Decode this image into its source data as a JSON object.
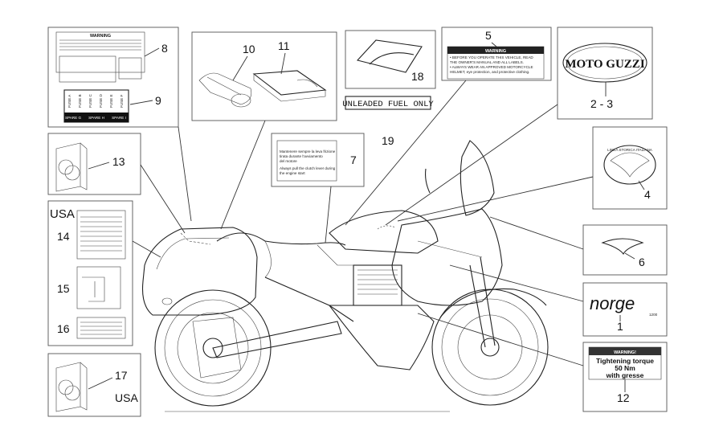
{
  "labels": {
    "n1": "1",
    "n23": "2 - 3",
    "n4": "4",
    "n5": "5",
    "n6": "6",
    "n7": "7",
    "n8": "8",
    "n9": "9",
    "n10": "10",
    "n11": "11",
    "n12": "12",
    "n13": "13",
    "n14": "14",
    "n15": "15",
    "n16": "16",
    "n17": "17",
    "n18": "18",
    "n19": "19",
    "usa_top": "USA",
    "usa_bottom": "USA"
  },
  "decals": {
    "unleaded": "UNLEADED FUEL ONLY",
    "moto_guzzi": "MOTO GUZZI",
    "norge": "norge",
    "norge_sub": "1200",
    "tank_badge": "LINEA STORICA ITALIANA",
    "warning5_title": "WARNING",
    "warning5_lines": [
      "• BEFORE YOU OPERATE THIS VEHICLE, READ",
      "THE OWNER'S MANUAL AND ALL LABELS.",
      "• ALWAYS WEAR AN APPROVED MOTORCYCLE",
      "HELMET, eye protection, and protective clothing."
    ],
    "warning12_title": "WARNING!",
    "warning12_lines": [
      "Tightening torque",
      "50 Nm",
      "with gresse"
    ],
    "clutch_lines_it": [
      "Mantenere sempre la leva frizione",
      "tirata durante l'avviamento",
      "del motore"
    ],
    "clutch_lines_en": [
      "Always pull the clutch lever during",
      "the engine start"
    ],
    "warning8_title": "WARNING",
    "fuses_top": [
      "FUSE A",
      "FUSE B",
      "FUSE C",
      "FUSE D",
      "FUSE E",
      "FUSE F"
    ],
    "fuses_spare": [
      "SPARE G",
      "SPARE H",
      "SPARE I"
    ]
  }
}
